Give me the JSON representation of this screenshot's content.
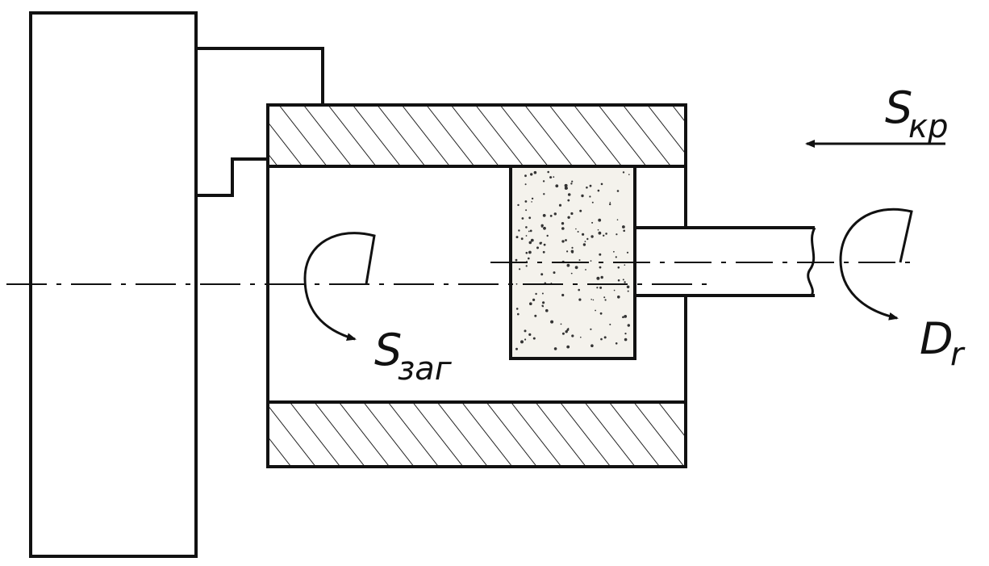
{
  "diagram": {
    "ink_color": "#111111",
    "hatch_color": "#222222",
    "grinding_wheel_fill": "#f4f2ec",
    "labels": {
      "s_kr": {
        "main": "S",
        "sub": "кр"
      },
      "s_zag": {
        "main": "S",
        "sub": "заг"
      },
      "d_r": {
        "main": "D",
        "sub": "r"
      }
    }
  }
}
